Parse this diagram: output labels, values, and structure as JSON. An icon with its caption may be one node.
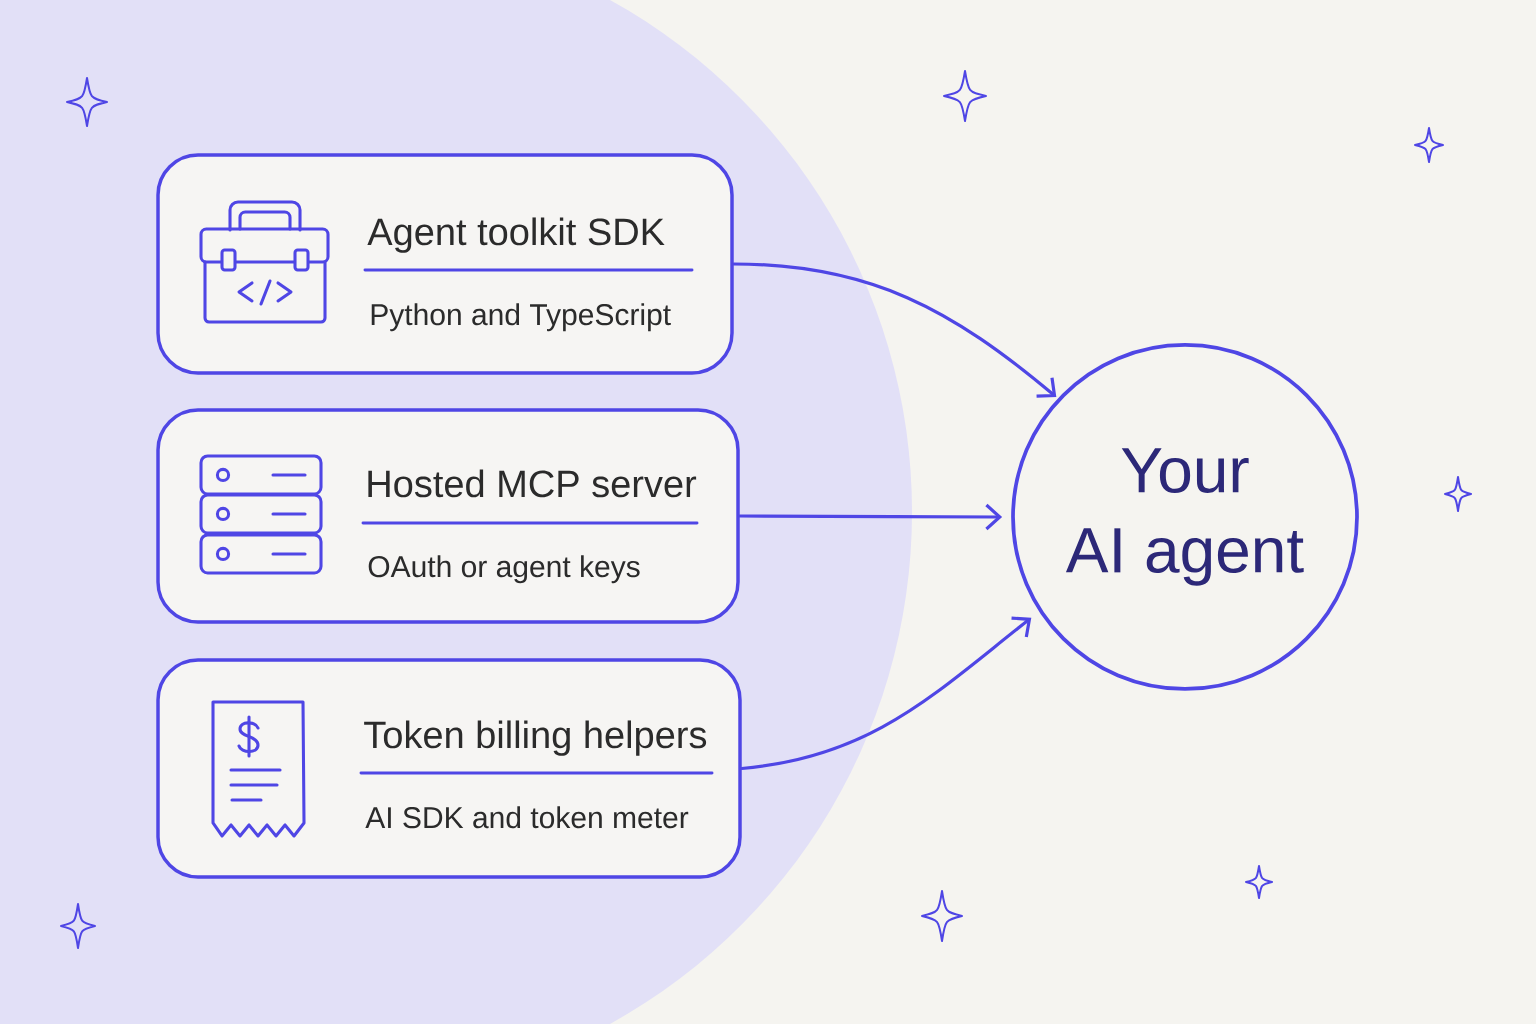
{
  "diagram": {
    "nodes": [
      {
        "text": [
          "Agent toolkit SDK",
          "Python and TypeScript"
        ]
      },
      {
        "text": [
          "Hosted MCP server",
          "OAuth or agent keys"
        ]
      },
      {
        "text": [
          "Token billing helpers",
          "AI SDK and token meter"
        ]
      },
      {
        "text": [
          "Your AI agent"
        ]
      }
    ],
    "edges": [
      {
        "from": 0,
        "to": 3,
        "arrow": "to"
      },
      {
        "from": 1,
        "to": 3,
        "arrow": "to"
      },
      {
        "from": 2,
        "to": 3,
        "arrow": "to"
      }
    ]
  }
}
